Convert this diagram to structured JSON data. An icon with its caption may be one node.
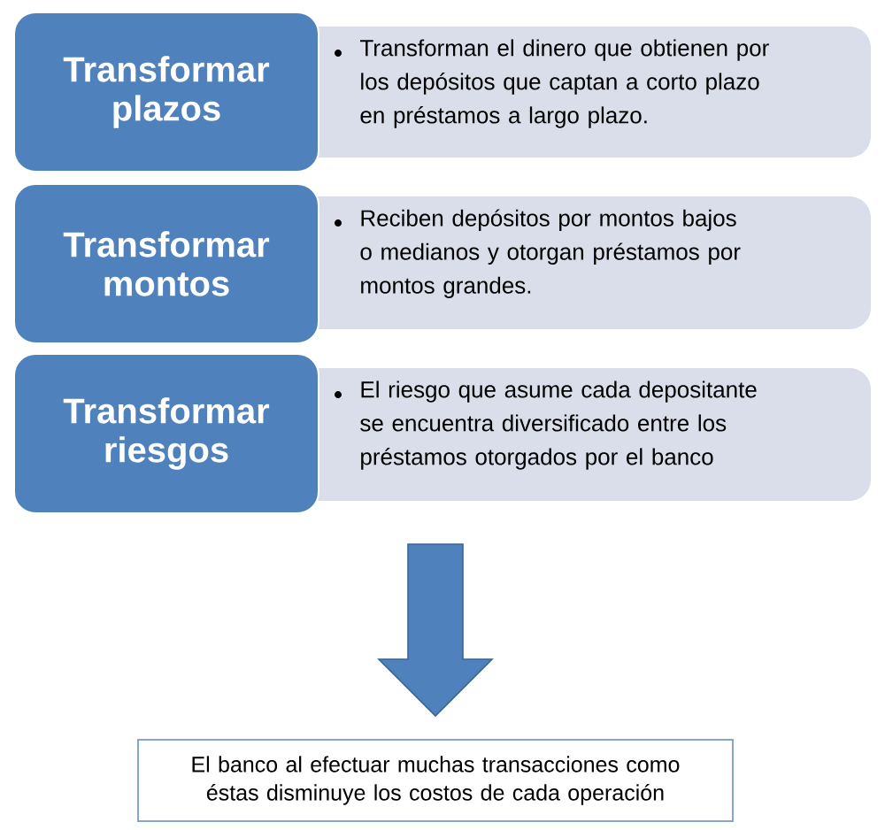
{
  "diagram": {
    "nodes": [
      {
        "text": [
          "Transformar plazos"
        ]
      },
      {
        "text": [
          "Transforman el dinero que obtienen por los depósitos que captan a corto plazo en préstamos a largo plazo."
        ]
      },
      {
        "text": [
          "Transformar montos"
        ]
      },
      {
        "text": [
          "Reciben depósitos por montos bajos o medianos y otorgan préstamos por montos grandes."
        ]
      },
      {
        "text": [
          "Transformar riesgos"
        ]
      },
      {
        "text": [
          "El riesgo que asume cada depositante se encuentra diversificado entre los préstamos otorgados por el banco"
        ]
      },
      {
        "text": [
          "El banco al efectuar muchas transacciones como éstas disminuye los costos de cada operación"
        ]
      }
    ],
    "edges": [
      {
        "from": null,
        "to": 6,
        "arrow": "to",
        "style": "thick"
      }
    ]
  }
}
